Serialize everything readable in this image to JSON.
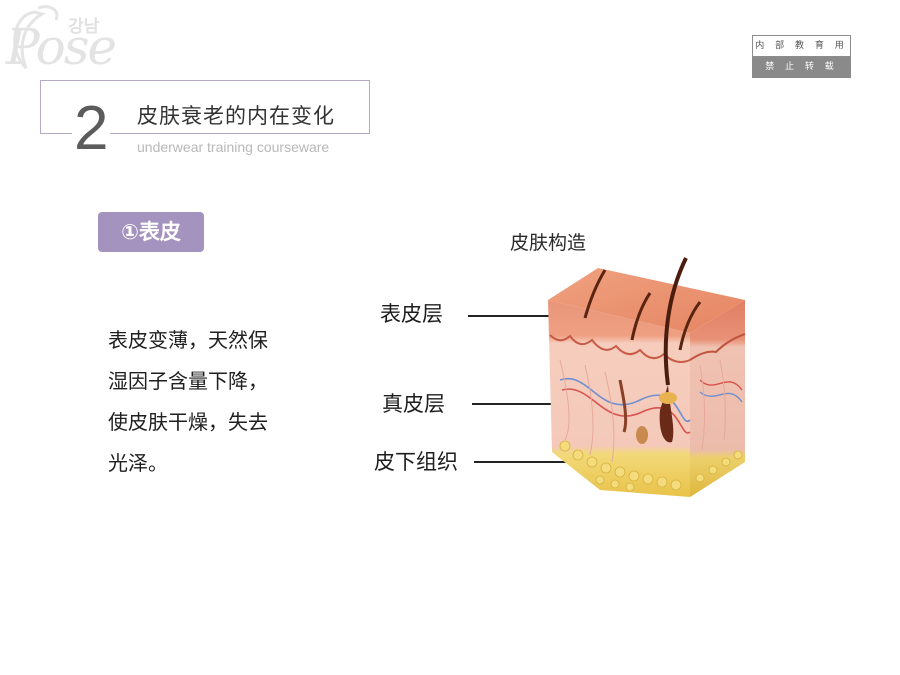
{
  "logo": {
    "script_text": "Pose",
    "korean_text": "강남"
  },
  "tag": {
    "top": "内 部 教 育 用",
    "bottom": "禁 止 转 载"
  },
  "header": {
    "number": "2",
    "title": "皮肤衰老的内在变化",
    "subtitle": "underwear training courseware"
  },
  "pill_label": "①表皮",
  "body_lines": [
    "表皮变薄，天然保",
    "湿因子含量下降，",
    "使皮肤干燥，失去",
    "光泽。"
  ],
  "diagram": {
    "title": "皮肤构造",
    "labels": [
      "表皮层",
      "真皮层",
      "皮下组织"
    ]
  },
  "colors": {
    "accent": "#a593bf",
    "epidermis": "#e88e6e",
    "dermis": "#f3c2b4",
    "fat": "#eed06a"
  }
}
